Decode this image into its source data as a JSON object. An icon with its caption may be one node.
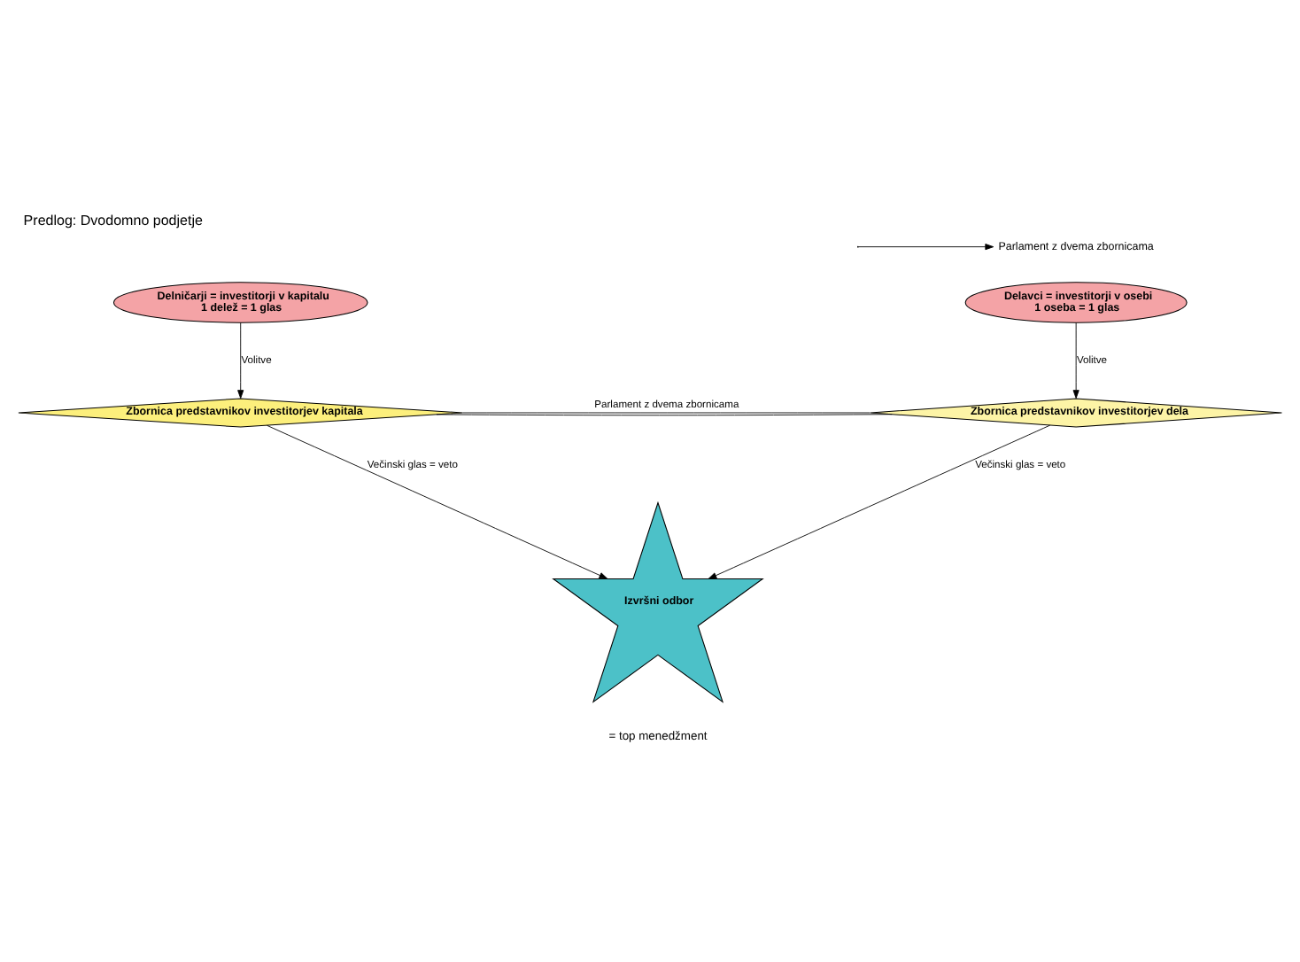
{
  "diagram": {
    "title": "Predlog: Dvodomno podjetje",
    "nodes": [
      {
        "text": [
          "Delničarji = investitorji v kapitalu",
          "1 delež = 1 glas"
        ]
      },
      {
        "text": [
          "Delavci = investitorji v osebi",
          "1 oseba = 1 glas"
        ]
      },
      {
        "text": [
          "Zbornica predstavnikov investitorjev kapitala"
        ]
      },
      {
        "text": [
          "Zbornica predstavnikov investitorjev dela"
        ]
      },
      {
        "text": [
          "Izvršni odbor"
        ],
        "beside": [
          "= top menedžment"
        ]
      }
    ],
    "edges": [
      {
        "from": 0,
        "to": 2,
        "arrow": "to",
        "label": "Volitve"
      },
      {
        "from": 1,
        "to": 3,
        "arrow": "to",
        "label": "Volitve"
      },
      {
        "from": 2,
        "to": 3,
        "arrow": "none",
        "label": "Parlament z dvema zbornicama"
      },
      {
        "from": 2,
        "to": 3,
        "arrow": "none"
      },
      {
        "from": 2,
        "to": 4,
        "arrow": "to",
        "label": "Večinski glas = veto"
      },
      {
        "from": 3,
        "to": 4,
        "arrow": "to",
        "label": "Večinski glas = veto"
      }
    ],
    "legend": [
      {
        "text": "Parlament z dvema zbornicama"
      }
    ]
  }
}
